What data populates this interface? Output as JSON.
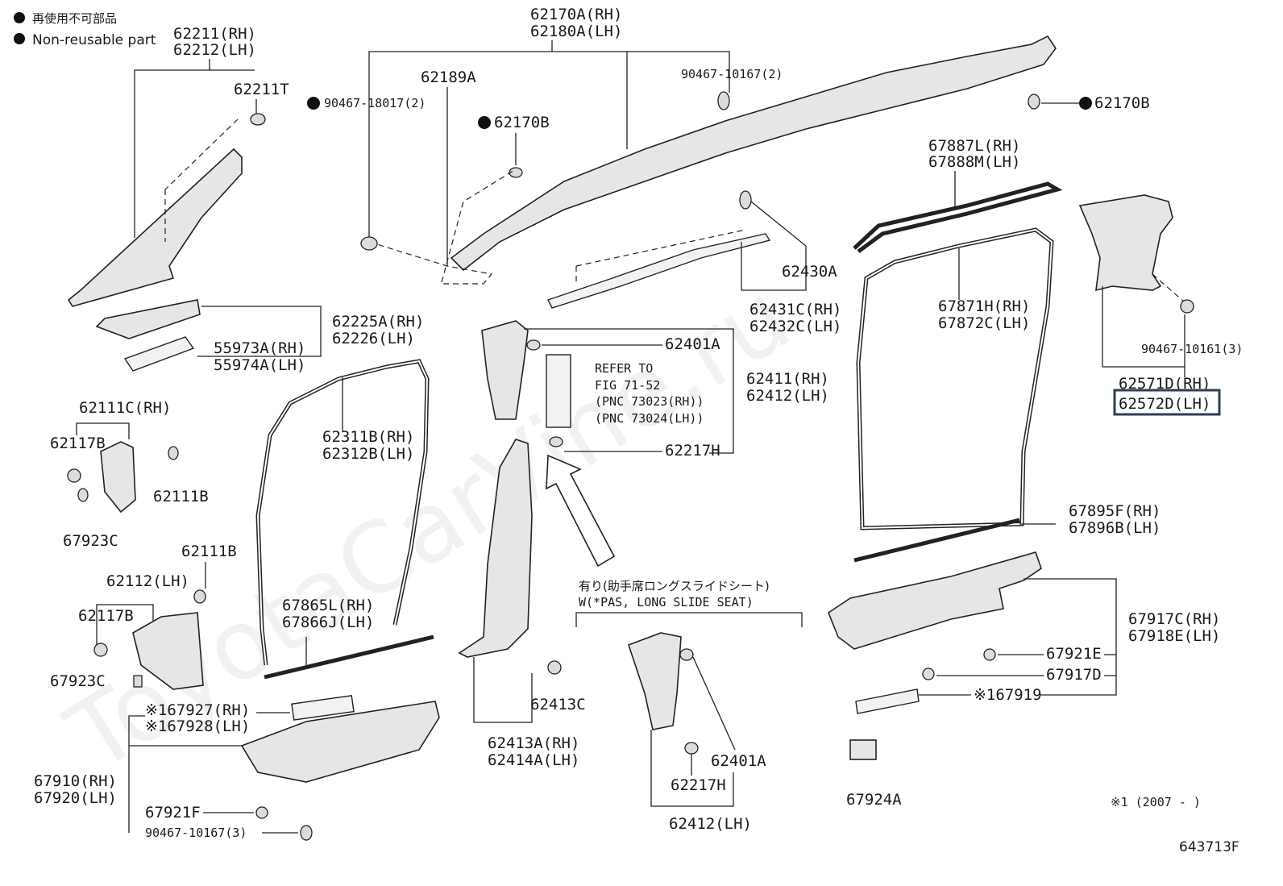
{
  "legend": {
    "jp": "再使用不可部品",
    "en": "Non-reusable part"
  },
  "watermark": "ToyotaCarVine.ru",
  "labels": {
    "p62211": "62211(RH)",
    "p62212": "62212(LH)",
    "p62211T": "62211T",
    "p62170A": "62170A(RH)",
    "p62180A": "62180A(LH)",
    "p62189A": "62189A",
    "p9046718017": "90467-18017(2)",
    "p9046710167a": "90467-10167(2)",
    "p62170Ba": "62170B",
    "p62170Bb": "62170B",
    "p67887L": "67887L(RH)",
    "p67888M": "67888M(LH)",
    "p62430A": "62430A",
    "p62431C": "62431C(RH)",
    "p62432C": "62432C(LH)",
    "p67871H": "67871H(RH)",
    "p67872C": "67872C(LH)",
    "p9046710161": "90467-10161(3)",
    "p62571D": "62571D(RH)",
    "p62572D": "62572D(LH)",
    "p62225A": "62225A(RH)",
    "p62226": "62226(LH)",
    "p55973A": "55973A(RH)",
    "p55974A": "55974A(LH)",
    "p62401Aa": "62401A",
    "p62411": "62411(RH)",
    "p62412a": "62412(LH)",
    "refer1": "REFER TO",
    "refer2": "FIG 71-52",
    "refer3": "(PNC 73023(RH))",
    "refer4": "(PNC 73024(LH))",
    "p62217Ha": "62217H",
    "p62111C": "62111C(RH)",
    "p62117Ba": "62117B",
    "p62111Ba": "62111B",
    "p67923Ca": "67923C",
    "p62311B": "62311B(RH)",
    "p62312B": "62312B(LH)",
    "p67895F": "67895F(RH)",
    "p67896B": "67896B(LH)",
    "p62111Bb": "62111B",
    "p62112": "62112(LH)",
    "p62117Bb": "62117B",
    "p67923Cb": "67923C",
    "p67865L": "67865L(RH)",
    "p67866J": "67866J(LH)",
    "note_jp": "有り(助手席ロングスライドシート)",
    "note_en": "W(*PAS, LONG SLIDE SEAT)",
    "p67917C": "67917C(RH)",
    "p67918E": "67918E(LH)",
    "p67921Ea": "67921E",
    "p67917D": "67917D",
    "p67919": "※167919",
    "p62413C": "62413C",
    "p62413A": "62413A(RH)",
    "p62414A": "62414A(LH)",
    "p62401Ab": "62401A",
    "p62217Hb": "62217H",
    "p62412b": "62412(LH)",
    "p67927": "※167927(RH)",
    "p67928": "※167928(LH)",
    "p67910": "67910(RH)",
    "p67920": "67920(LH)",
    "p67921F": "67921F",
    "p9046710167b": "90467-10167(3)",
    "p67924A": "67924A",
    "footnote": "※1 (2007 -     )",
    "figno": "643713F"
  },
  "colors": {
    "ink": "#222222",
    "highlight": "#2d3e50",
    "part_fill": "#e6e6e6"
  }
}
